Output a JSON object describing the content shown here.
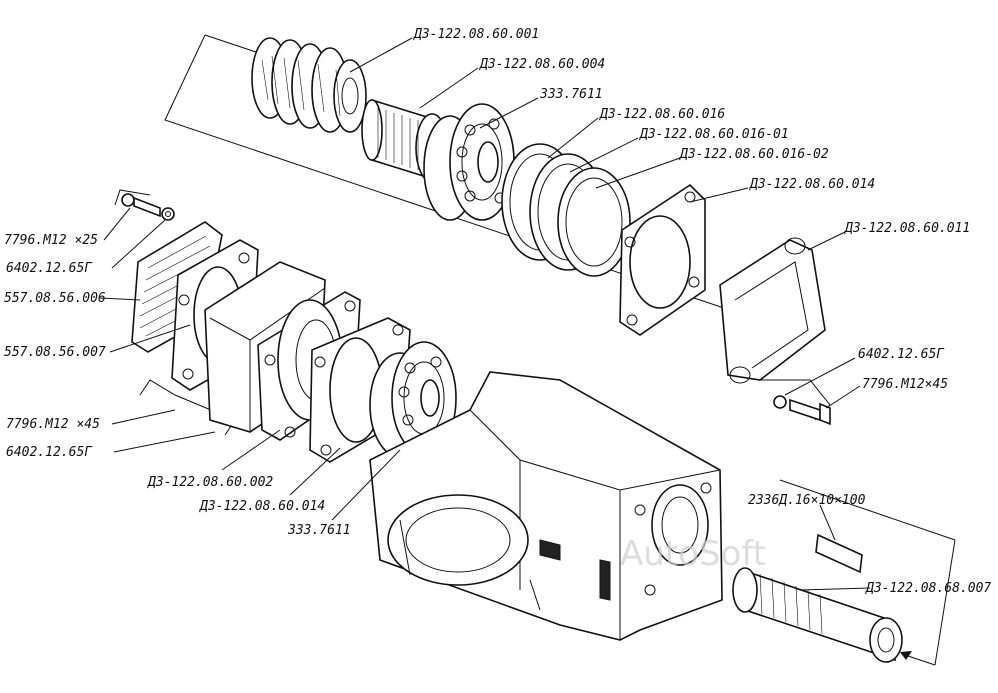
{
  "labels": {
    "shaft_small": "ДЗ-122.08.60.001",
    "sleeve": "ДЗ-122.08.60.004",
    "bearing_top": "333.7611",
    "gasket_016": "ДЗ-122.08.60.016",
    "gasket_016_01": "ДЗ-122.08.60.016-01",
    "gasket_016_02": "ДЗ-122.08.60.016-02",
    "gasket_014_top": "ДЗ-122.08.60.014",
    "cover_011": "ДЗ-122.08.60.011",
    "washer_right": "6402.12.65Г",
    "bolt_right": "7796.М12×45",
    "bolt_left_top": "7796.М12 ×25",
    "washer_left_top": "6402.12.65Г",
    "cover_006": "557.08.56.006",
    "gasket_007": "557.08.56.007",
    "bolt_left_bottom": "7796.М12 ×45",
    "washer_left_bottom": "6402.12.65Г",
    "cup_002": "ДЗ-122.08.60.002",
    "gasket_014_bottom": "ДЗ-122.08.60.014",
    "bearing_bottom": "333.7611",
    "key": "2336Д.16×10×100",
    "shaft_007": "ДЗ-122.08.68.007"
  },
  "watermark": "AutoSoft"
}
